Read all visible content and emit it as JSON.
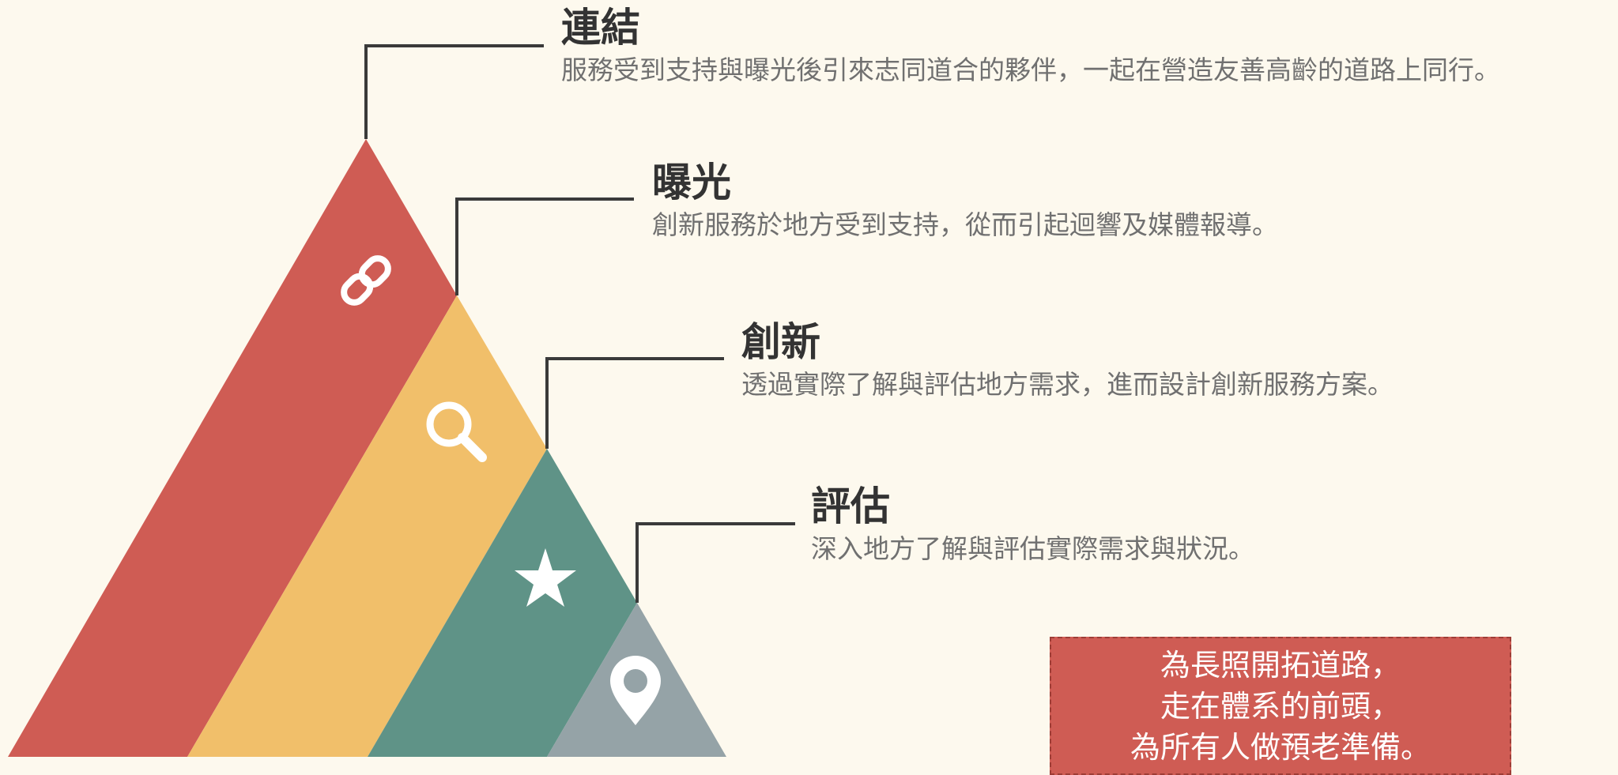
{
  "colors": {
    "background": "#fdf9ee",
    "connect": "#cf5c54",
    "exposure": "#f1bf6a",
    "innovate": "#5f9387",
    "evaluate": "#95a3a7",
    "leader_line": "#3a3a3a",
    "title_text": "#333333",
    "desc_text": "#707070",
    "tagline_bg": "#cf5c54"
  },
  "levels": [
    {
      "id": "connect",
      "title": "連結",
      "description": "服務受到支持與曝光後引來志同道合的夥伴，一起在營造友善高齡的道路上同行。",
      "icon": "link-icon"
    },
    {
      "id": "exposure",
      "title": "曝光",
      "description": "創新服務於地方受到支持，從而引起迴響及媒體報導。",
      "icon": "search-icon"
    },
    {
      "id": "innovate",
      "title": "創新",
      "description": "透過實際了解與評估地方需求，進而設計創新服務方案。",
      "icon": "star-icon"
    },
    {
      "id": "evaluate",
      "title": "評估",
      "description": "深入地方了解與評估實際需求與狀況。",
      "icon": "map-pin-icon"
    }
  ],
  "tagline": {
    "line1": "為長照開拓道路，",
    "line2": "走在體系的前頭，",
    "line3": "為所有人做預老準備。"
  }
}
